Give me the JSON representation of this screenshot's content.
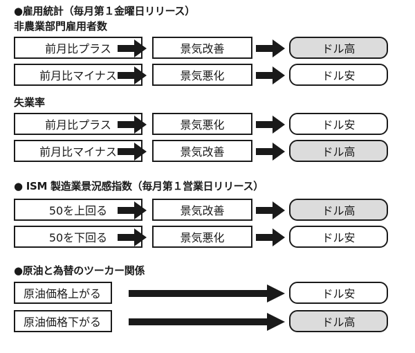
{
  "sections": [
    {
      "title": "●雇用統計（毎月第１金曜日リリース）",
      "groups": [
        {
          "subtitle": "非農業部門雇用者数",
          "rows": [
            {
              "condition": "前月比プラス",
              "effect": "景気改善",
              "result": "ドル高",
              "highlight": true
            },
            {
              "condition": "前月比マイナス",
              "effect": "景気悪化",
              "result": "ドル安",
              "highlight": false
            }
          ]
        },
        {
          "subtitle": "失業率",
          "rows": [
            {
              "condition": "前月比プラス",
              "effect": "景気悪化",
              "result": "ドル安",
              "highlight": false
            },
            {
              "condition": "前月比マイナス",
              "effect": "景気改善",
              "result": "ドル高",
              "highlight": true
            }
          ]
        }
      ]
    },
    {
      "title": "● ISM 製造業景況感指数（毎月第１営業日リリース）",
      "rows": [
        {
          "condition": "50を上回る",
          "effect": "景気改善",
          "result": "ドル高",
          "highlight": true
        },
        {
          "condition": "50を下回る",
          "effect": "景気悪化",
          "result": "ドル安",
          "highlight": false
        }
      ]
    },
    {
      "title": "●原油と為替のツーカー関係",
      "rows": [
        {
          "condition": "原油価格上がる",
          "result": "ドル安",
          "highlight": false
        },
        {
          "condition": "原油価格下がる",
          "result": "ドル高",
          "highlight": true
        }
      ]
    }
  ],
  "colors": {
    "highlight_fill": "#dcdcdc",
    "stroke": "#1a1a1a"
  }
}
